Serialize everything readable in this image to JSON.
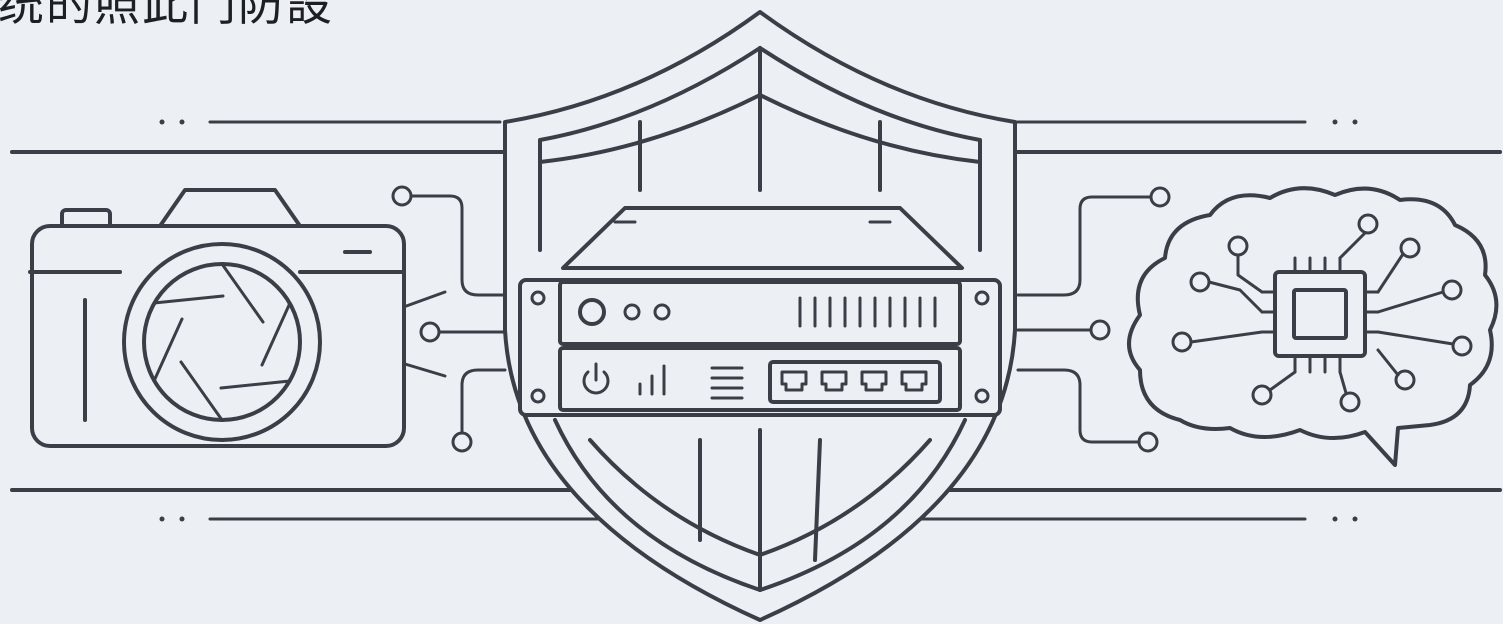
{
  "header": {
    "title_fragment": "统的照此门防設"
  },
  "diagram": {
    "nodes": [
      {
        "id": "camera",
        "icon": "camera-icon"
      },
      {
        "id": "gateway",
        "icon": "network-device-icon"
      },
      {
        "id": "brain",
        "icon": "brain-chip-icon"
      },
      {
        "id": "shield",
        "icon": "shield-icon"
      }
    ],
    "colors": {
      "stroke": "#3a3f47",
      "background": "#eceff4"
    }
  }
}
